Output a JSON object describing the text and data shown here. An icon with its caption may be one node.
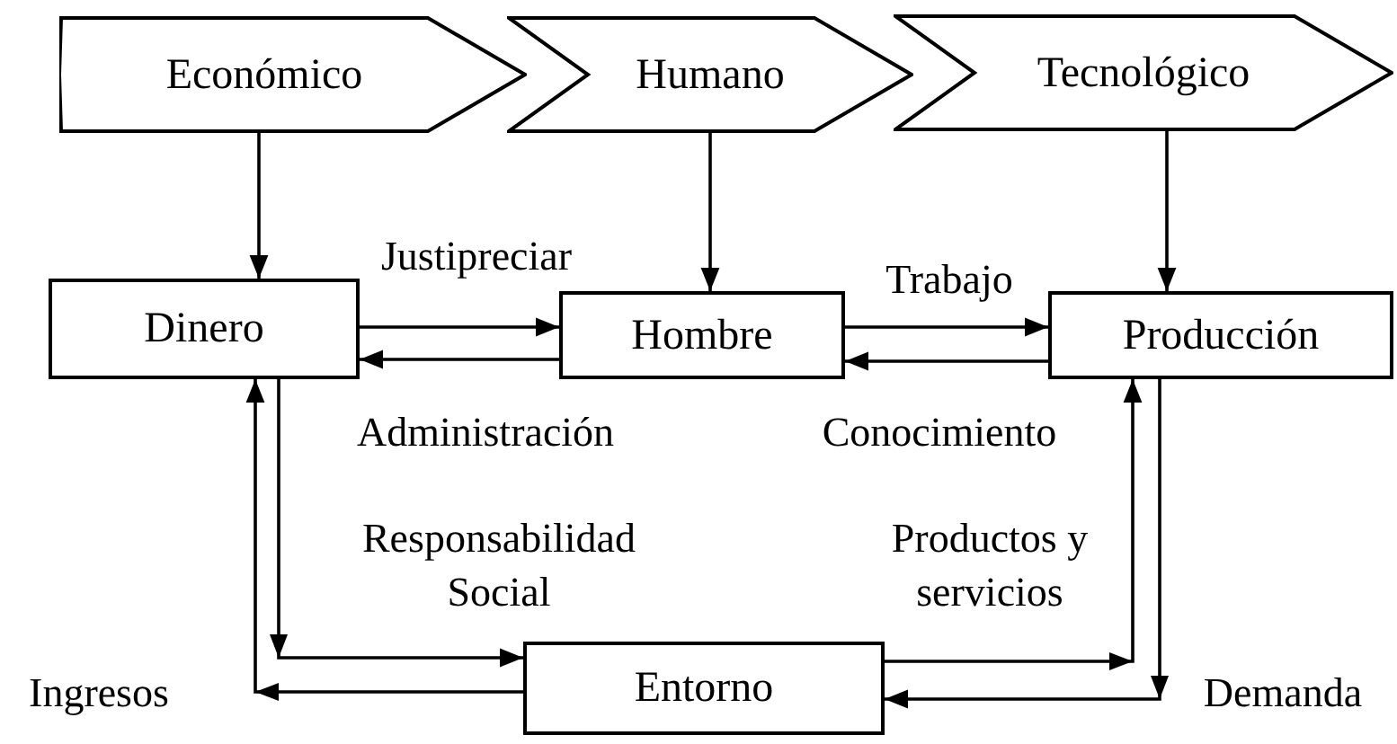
{
  "diagram": {
    "nodes": [
      {
        "text": [
          "Económico"
        ]
      },
      {
        "text": [
          "Humano"
        ]
      },
      {
        "text": [
          "Tecnológico"
        ]
      },
      {
        "text": [
          "Dinero"
        ]
      },
      {
        "text": [
          "Hombre"
        ]
      },
      {
        "text": [
          "Producción"
        ]
      },
      {
        "text": [
          "Entorno"
        ]
      }
    ],
    "edges": [
      {
        "from": 0,
        "to": 3,
        "arrow": "to"
      },
      {
        "from": 1,
        "to": 4,
        "arrow": "to"
      },
      {
        "from": 2,
        "to": 5,
        "arrow": "to"
      },
      {
        "from": 3,
        "to": 4,
        "arrow": "to",
        "label": "Justipreciar"
      },
      {
        "from": 4,
        "to": 3,
        "arrow": "to",
        "label": "Administración"
      },
      {
        "from": 4,
        "to": 5,
        "arrow": "to",
        "label": "Trabajo"
      },
      {
        "from": 5,
        "to": 4,
        "arrow": "to",
        "label": "Conocimiento"
      },
      {
        "from": 3,
        "to": 6,
        "arrow": "to",
        "label": "Responsabilidad Social"
      },
      {
        "from": 6,
        "to": 3,
        "arrow": "to",
        "label": "Ingresos"
      },
      {
        "from": 6,
        "to": 5,
        "arrow": "to",
        "label": "Productos y servicios"
      },
      {
        "from": 5,
        "to": 6,
        "arrow": "to",
        "label": "Demanda"
      }
    ]
  }
}
